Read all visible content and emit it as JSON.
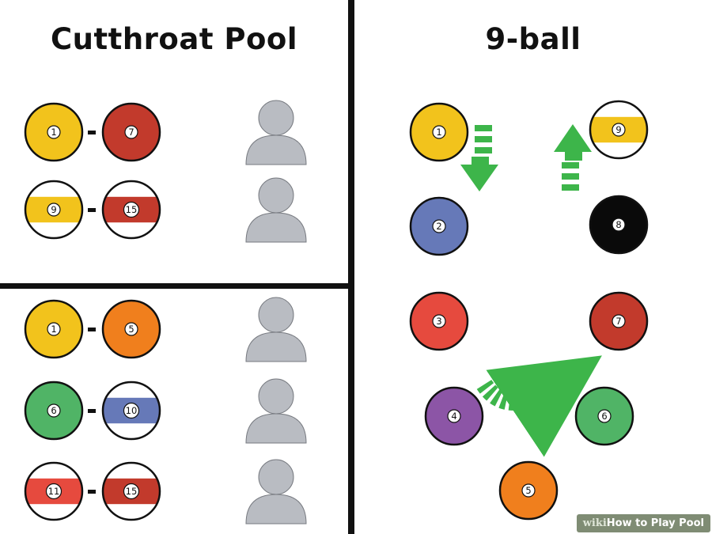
{
  "titles": {
    "left": "Cutthroat Pool",
    "right": "9-ball"
  },
  "watermark": {
    "prefix": "wiki",
    "text": "How to Play Pool"
  },
  "colors": {
    "yellow": "#f2c31c",
    "red": "#c23a2c",
    "bright_red": "#e64a3e",
    "orange": "#f07f1d",
    "green": "#50b466",
    "blue": "#6679b8",
    "purple": "#8c55a6",
    "black": "#0a0a0a",
    "person": "#b9bcc2",
    "arrow": "#3db54a",
    "divider": "#111111"
  },
  "cutthroat": {
    "groups": [
      {
        "rows": [
          {
            "pair": [
              {
                "number": "1",
                "color": "yellow",
                "style": "solid"
              },
              {
                "number": "7",
                "color": "red",
                "style": "solid"
              }
            ]
          },
          {
            "pair": [
              {
                "number": "9",
                "color": "yellow",
                "style": "stripe"
              },
              {
                "number": "15",
                "color": "red",
                "style": "stripe"
              }
            ]
          }
        ]
      },
      {
        "rows": [
          {
            "pair": [
              {
                "number": "1",
                "color": "yellow",
                "style": "solid"
              },
              {
                "number": "5",
                "color": "orange",
                "style": "solid"
              }
            ]
          },
          {
            "pair": [
              {
                "number": "6",
                "color": "green",
                "style": "solid"
              },
              {
                "number": "10",
                "color": "blue",
                "style": "stripe"
              }
            ]
          },
          {
            "pair": [
              {
                "number": "11",
                "color": "bright_red",
                "style": "stripe"
              },
              {
                "number": "15",
                "color": "red",
                "style": "stripe"
              }
            ]
          }
        ]
      }
    ]
  },
  "nine_ball": {
    "balls": [
      {
        "number": "1",
        "color": "yellow",
        "style": "solid"
      },
      {
        "number": "2",
        "color": "blue",
        "style": "solid"
      },
      {
        "number": "3",
        "color": "bright_red",
        "style": "solid"
      },
      {
        "number": "4",
        "color": "purple",
        "style": "solid"
      },
      {
        "number": "5",
        "color": "orange",
        "style": "solid"
      },
      {
        "number": "6",
        "color": "green",
        "style": "solid"
      },
      {
        "number": "7",
        "color": "red",
        "style": "solid"
      },
      {
        "number": "8",
        "color": "black",
        "style": "solid"
      },
      {
        "number": "9",
        "color": "yellow",
        "style": "stripe"
      }
    ],
    "arrows": [
      "down-arrow-icon",
      "up-arrow-icon",
      "curved-arrow-icon"
    ]
  }
}
